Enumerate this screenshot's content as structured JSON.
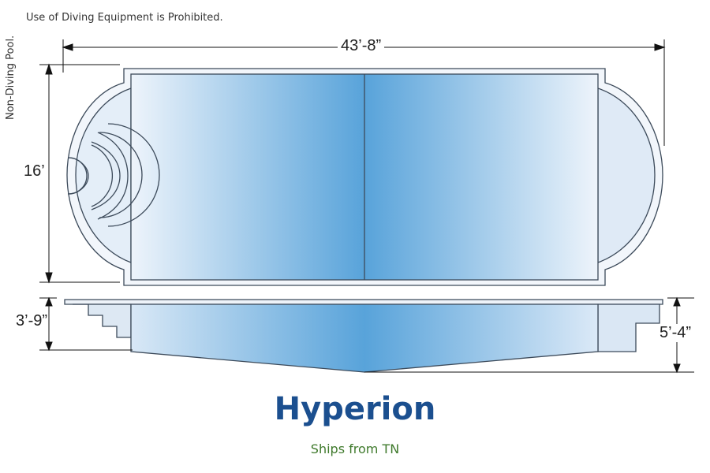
{
  "notes": {
    "diving": "Use of Diving Equipment is Prohibited.",
    "non_diving": "Non-Diving Pool."
  },
  "dimensions": {
    "length": "43’-8”",
    "width": "16’",
    "shallow_depth": "3’-9”",
    "deep_depth": "5’-4”"
  },
  "model": {
    "name": "Hyperion",
    "ships_from": "Ships from TN"
  },
  "colors": {
    "pool_light": "#e6eff9",
    "pool_dark": "#5aa5dc",
    "outline": "#3c4a5a",
    "title": "#1b4f8f",
    "subtitle": "#3f7a2c"
  }
}
